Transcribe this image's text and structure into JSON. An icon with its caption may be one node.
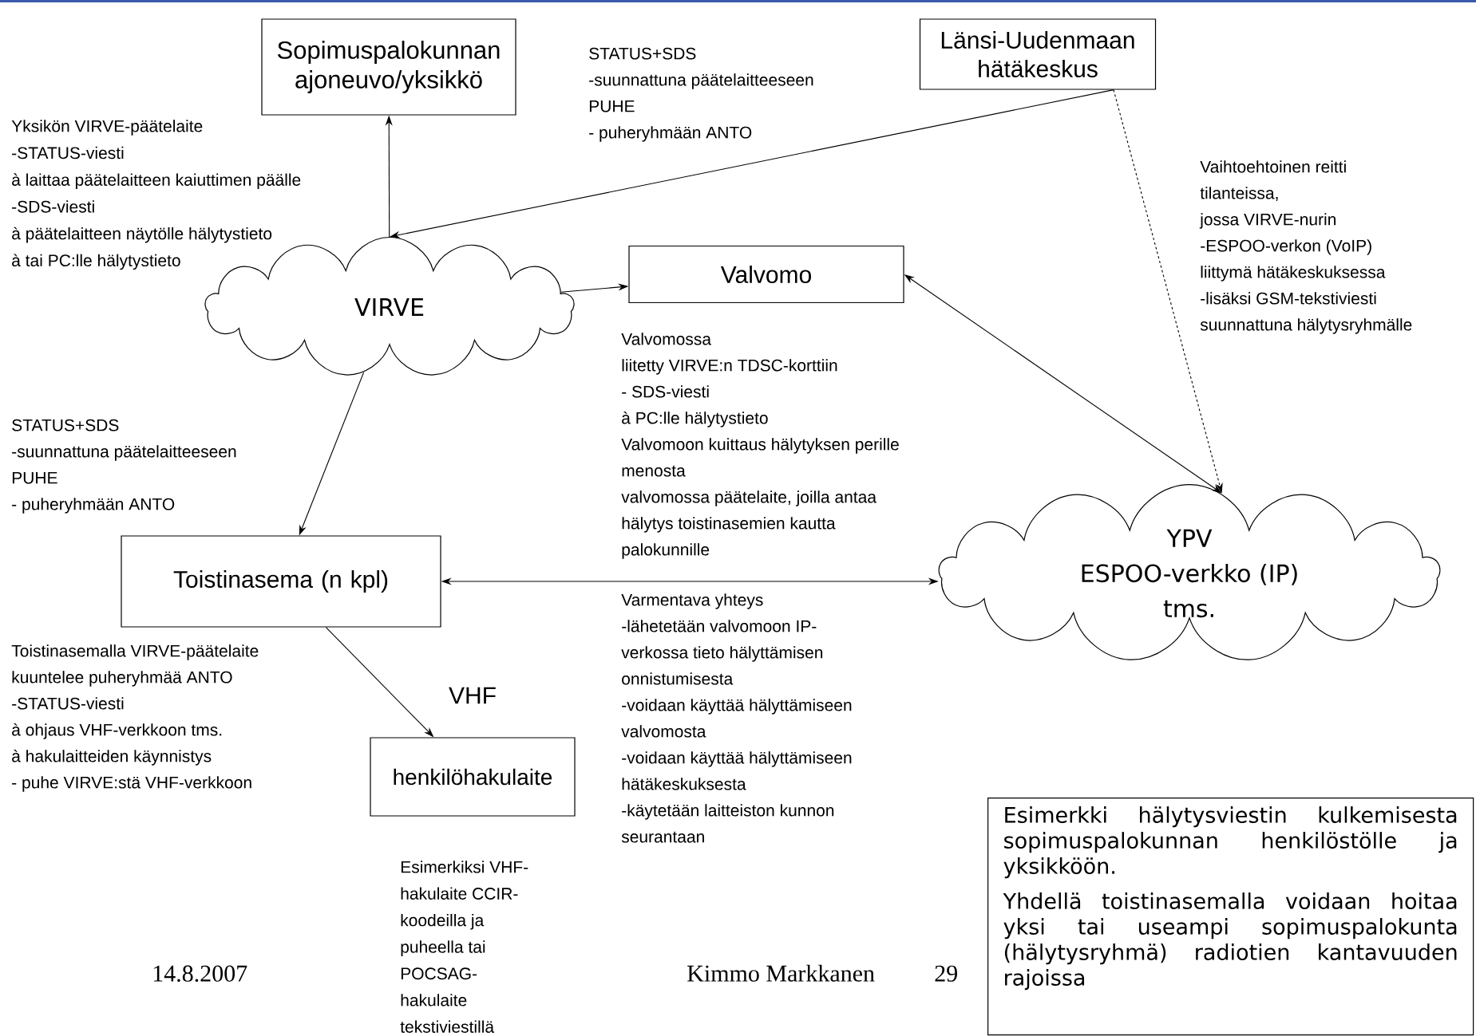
{
  "diagram": {
    "nodes": [
      {
        "text": [
          "Sopimuspalokunnan ajoneuvo/yksikkö"
        ]
      },
      {
        "text": [
          "Länsi-Uudenmaan hätäkeskus"
        ]
      },
      {
        "text": [
          "VIRVE"
        ]
      },
      {
        "text": [
          "Valvomo"
        ]
      },
      {
        "text": [
          "Toistinasema (n kpl)"
        ]
      },
      {
        "text": [
          "YPV",
          "ESPOO-verkko (IP)",
          "tms."
        ]
      },
      {
        "text": [
          "henkilöhakulaite"
        ]
      },
      {
        "text": [
          "Esimerkki hälytysviestin kulkemisesta sopimuspalokunnan henkilöstölle ja yksikköön.",
          "Yhdellä toistinasemalla voidaan hoitaa yksi tai useampi sopimuspalokunta (hälytysryhmä) radiotien kantavuuden rajoissa"
        ]
      }
    ],
    "edges": [
      {
        "from": 2,
        "to": 0,
        "arrow": "to"
      },
      {
        "from": 1,
        "to": 2,
        "arrow": "to"
      },
      {
        "from": 1,
        "to": 5,
        "arrow": "to",
        "style": "dashed"
      },
      {
        "from": 2,
        "to": 3,
        "arrow": "to"
      },
      {
        "from": 3,
        "to": 5,
        "arrow": "both"
      },
      {
        "from": 2,
        "to": 4,
        "arrow": "to"
      },
      {
        "from": 4,
        "to": 5,
        "arrow": "both"
      },
      {
        "from": 4,
        "to": 6,
        "arrow": "to",
        "label": "VHF"
      }
    ],
    "labels": [
      "STATUS+SDS",
      "-suunnattuna päätelaitteeseen",
      "PUHE",
      "- puheryhmään ANTO",
      "Yksikön VIRVE-päätelaite",
      "-STATUS-viesti",
      "à laittaa päätelaitteen kaiuttimen päälle",
      "-SDS-viesti",
      "à päätelaitteen näytölle hälytystieto",
      "à tai PC:lle hälytystieto",
      "Vaihtoehtoinen reitti",
      "tilanteissa,",
      "jossa VIRVE-nurin",
      "-ESPOO-verkon (VoIP)",
      "liittymä hätäkeskuksessa",
      "-lisäksi GSM-tekstiviesti",
      "suunnattuna hälytysryhmälle",
      "Valvomossa",
      "liitetty VIRVE:n TDSC-korttiin",
      "- SDS-viesti",
      "à PC:lle hälytystieto",
      "Valvomoon kuittaus hälytyksen perille",
      "menosta",
      "valvomossa päätelaite, joilla antaa",
      "hälytys toistinasemien kautta",
      "palokunnille",
      "STATUS+SDS",
      "-suunnattuna päätelaitteeseen",
      "PUHE",
      "- puheryhmään ANTO",
      "Varmentava yhteys",
      "-lähetetään valvomoon IP-",
      "verkossa tieto hälyttämisen",
      "onnistumisesta",
      "-voidaan käyttää hälyttämiseen",
      "valvomosta",
      "-voidaan käyttää hälyttämiseen",
      "hätäkeskuksesta",
      "-käytetään laitteiston kunnon",
      "seurantaan",
      "Toistinasemalla VIRVE-päätelaite",
      "kuuntelee puheryhmää ANTO",
      "-STATUS-viesti",
      "à ohjaus VHF-verkkoon tms.",
      "à hakulaitteiden käynnistys",
      "- puhe VIRVE:stä VHF-verkkoon",
      "Esimerkiksi VHF-",
      "hakulaite CCIR-",
      "koodeilla ja",
      "puheella tai",
      "POCSAG-",
      "hakulaite",
      "tekstiviestillä",
      "14.8.2007",
      "Kimmo Markkanen",
      "29"
    ]
  }
}
